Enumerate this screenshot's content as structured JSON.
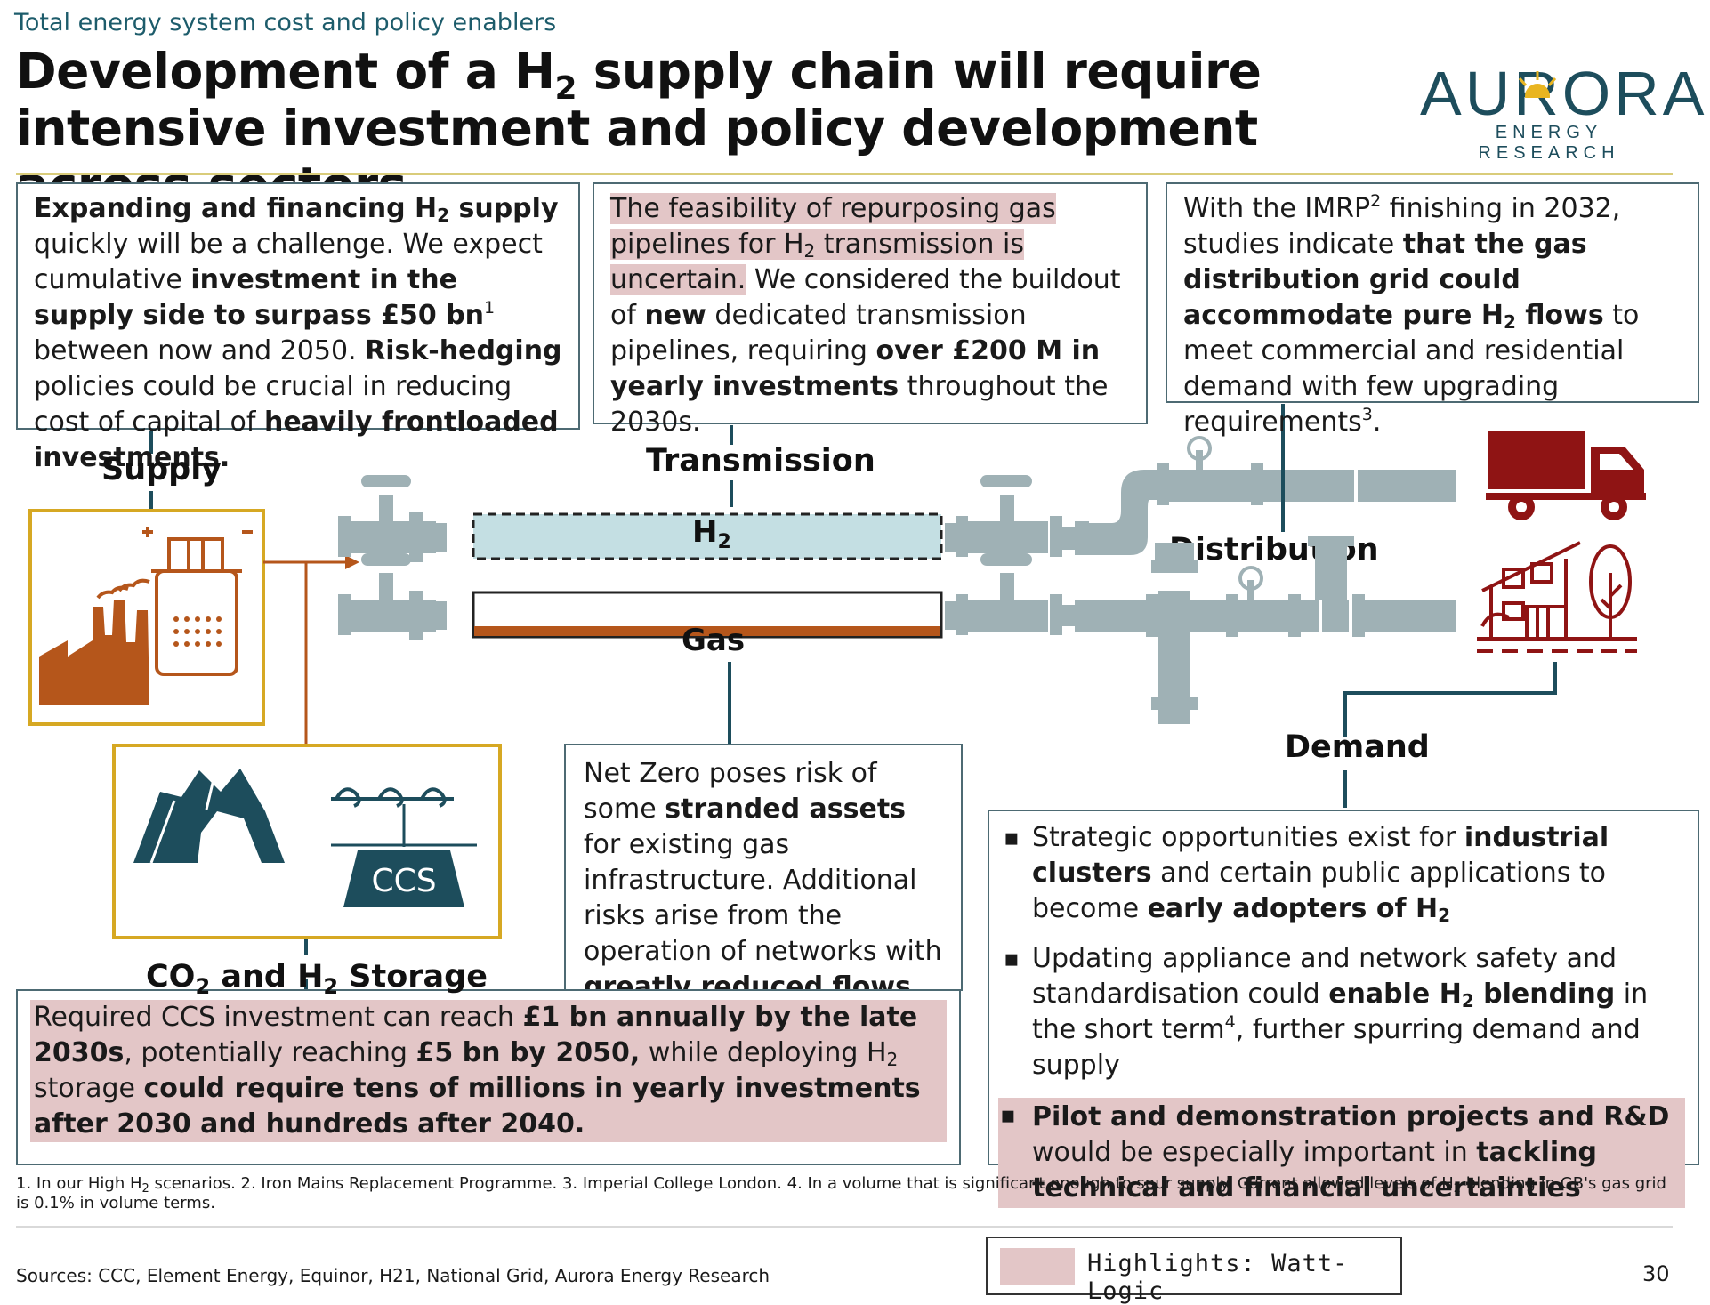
{
  "header": {
    "kicker": "Total energy system cost and policy enablers",
    "title_part1": "Development of a H",
    "title_sub": "2",
    "title_part2": " supply chain will require intensive investment and policy development across sectors"
  },
  "logo": {
    "word": "AURORA",
    "sub": "ENERGY RESEARCH"
  },
  "supply_box": {
    "b1": "Expanding and financing H",
    "b1_sub": "2",
    "b1_tail": " supply",
    "t1": " quickly will be a challenge. We expect cumulative ",
    "b2": "investment in the supply side to surpass £50 bn",
    "b2_sup": "1",
    "t2": " between now and 2050. ",
    "b3": "Risk-hedging",
    "t3": " policies could be crucial in reducing cost of capital of ",
    "b4": "heavily frontloaded investments."
  },
  "transmission_box": {
    "hl1": "The feasibility of repurposing gas pipelines for H",
    "hl1_sub": "2",
    "hl1_tail": " transmission is uncertain.",
    "t1": " We considered the buildout of ",
    "b1": "new",
    "t2": " dedicated transmission pipelines, requiring ",
    "b2": "over £200 M in yearly investments",
    "t3": " throughout the 2030s."
  },
  "distribution_box": {
    "t1": "With the IMRP",
    "t1_sup": "2",
    "t2": " finishing in 2032, studies indicate ",
    "b1": "that the gas distribution grid could accommodate pure H",
    "b1_sub": "2",
    "b1_tail": " flows",
    "t3": " to meet commercial and residential demand with few upgrading requirements",
    "t3_sup": "3",
    "t4": "."
  },
  "labels": {
    "supply": "Supply",
    "transmission": "Transmission",
    "distribution": "Distribution",
    "demand": "Demand",
    "storage_1": "CO",
    "storage_1_sub": "2",
    "storage_2": " and H",
    "storage_2_sub": "2",
    "storage_3": " Storage",
    "pipe_h2": "H",
    "pipe_h2_sub": "2",
    "pipe_gas": "Gas",
    "ccs": "CCS"
  },
  "stranded_box": {
    "t1": "Net Zero poses risk of some ",
    "b1": "stranded assets",
    "t2": " for existing gas infrastructure. Additional risks arise from the operation of networks with ",
    "b2": "greatly reduced flows."
  },
  "demand_box": {
    "i1_t1": "Strategic opportunities exist for ",
    "i1_b1": "industrial clusters",
    "i1_t2": " and certain public applications to become ",
    "i1_b2": "early adopters of H",
    "i1_b2_sub": "2",
    "i2_t1": "Updating appliance and network safety and standardisation could ",
    "i2_b1": "enable H",
    "i2_b1_sub": "2",
    "i2_b1_tail": " blending",
    "i2_t2": " in the short term",
    "i2_t2_sup": "4",
    "i2_t3": ", further spurring demand and supply",
    "i3_b1": "Pilot and demonstration projects and R&D",
    "i3_t1": " would be especially important in ",
    "i3_b2": "tackling technical and financial uncertainties"
  },
  "storage_box": {
    "t1": "Required CCS investment can reach ",
    "b1": "£1 bn annually by the late 2030s",
    "t2": ", potentially reaching ",
    "b2": "£5 bn by 2050,",
    "t3": " while deploying H",
    "t3_sub": "2",
    "t4": " storage ",
    "b3": "could require tens of millions in yearly investments after 2030 and hundreds after 2040."
  },
  "footnote": {
    "f1": "1. In our High H",
    "f1_sub": "2",
    "f2": " scenarios. 2. Iron Mains Replacement Programme. 3. Imperial College London. 4. In a volume that is significant enough to spur supply. Current allowed levels of H",
    "f2_sub": "2",
    "f3": " blending in GB's gas grid is 0.1% in volume terms."
  },
  "sources": "Sources: CCC, Element Energy, Equinor, H21, National Grid, Aurora Energy Research",
  "legend": "Highlights: Watt-Logic",
  "page_number": "30",
  "colors": {
    "teal": "#1d4d5c",
    "pipe_grey": "#9fb1b5",
    "supply_brown": "#b5561b",
    "frame_gold": "#d6a823",
    "demand_red": "#8f1414",
    "highlight": "#e3c6c7",
    "h2_fill": "#c4dfe3"
  }
}
